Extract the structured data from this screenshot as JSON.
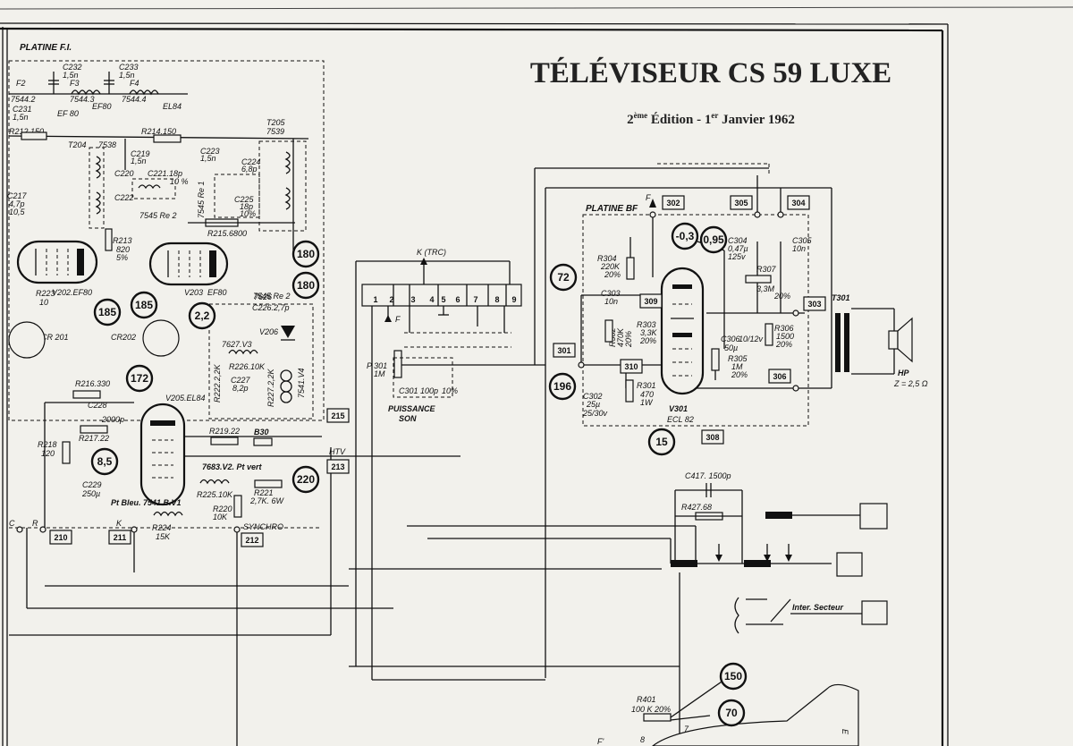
{
  "title": "TÉLÉVISEUR  CS 59  LUXE",
  "edition": {
    "prefix": "2",
    "sup1": "ème",
    "mid": " Édition  -  1",
    "sup2": "er",
    "suffix": " Janvier 1962"
  },
  "sections": {
    "fi": "PLATINE F.I.",
    "bf": "PLATINE BF",
    "puissance_son_1": "PUISSANCE",
    "puissance_son_2": "SON",
    "inter_secteur": "Inter. Secteur",
    "ktrc": "K (TRC)",
    "htv": "HTV",
    "synchro": "SYNCHRO",
    "hp": "HP",
    "hp_z": "Z = 2,5 Ω",
    "pt_vert": "7683.V2. Pt vert",
    "pt_bleu": "Pt Bleu. 7541.B.V1"
  },
  "tubes": {
    "v202": "V202.EF80",
    "v203": "V203",
    "v203_type": "EF80",
    "v205": "V205.EL84",
    "v206": "V206",
    "v301": "V301",
    "v301_type": "ECL 82"
  },
  "transformers": {
    "t204": "T204",
    "t204_n": "7538",
    "t205": "T205",
    "t205_n": "7539",
    "t301": "T301",
    "f2": "F2",
    "f3": "F3",
    "f4": "F4",
    "f3_n": "7544.3",
    "f4_n": "7544.4",
    "f2_n": "7544.2",
    "l7545": "7545 Re 2",
    "l7545b": "7545 Re 1",
    "l7627": "7627.V3",
    "l7541": "7541.V4"
  },
  "components": {
    "c232": "C232",
    "c232v": "1,5n",
    "c233": "C233",
    "c233v": "1,5n",
    "c231": "C231",
    "c231v": "1,5n",
    "r212": "R212.150",
    "r214": "R214.150",
    "c219": "C219",
    "c219v": "1,5n",
    "c220": "C220",
    "c221": "C221.18p",
    "c221v": "10 %",
    "c222": "C222",
    "c223": "C223",
    "c223v": "1,5n",
    "c224": "C224",
    "c224v": "6,8p",
    "c225": "C225",
    "c225v": "18p",
    "c225t": "10%",
    "r213": "R213",
    "r213v": "820",
    "r213t": "5%",
    "r215": "R215.6800",
    "c217": "C217",
    "c217v": "4,7p",
    "c217t": "10,5",
    "r223": "R223",
    "r223v": "10",
    "cr201": "CR 201",
    "cr202": "CR202",
    "d7626": "7626",
    "c226": "C226.2,7p",
    "r222": "R222.2,2K",
    "r226": "R226.10K",
    "c227": "C227",
    "c227v": "8,2p",
    "r227": "R227.2,2K",
    "r216": "R216.330",
    "c228": "C228",
    "c228v": "2000p",
    "r217": "R217.22",
    "r218": "R218",
    "r218v": "120",
    "c229": "C229",
    "c229v": "250µ",
    "r219": "R219.22",
    "b30": "B30",
    "r225": "R225.10K",
    "r221": "R221",
    "r221v": "2,7K. 6W",
    "r220": "R220",
    "r220v": "10K",
    "r224": "R224",
    "r224v": "15K",
    "p301": "P 301",
    "p301v": "1M",
    "c301": "C301",
    "c301v": "100p",
    "c301t": "10%",
    "r304": "R304",
    "r304v": "220K",
    "r304t": "20%",
    "c303": "C303",
    "c303v": "10n",
    "r302": "R302",
    "r302v": "470K",
    "r302t": "20%",
    "r303": "R303",
    "r303v": "3,3K",
    "r303t": "20%",
    "c302": "C302",
    "c302v": "25µ",
    "c302t": "25/30v",
    "r301": "R301",
    "r301v": "470",
    "r301t": "1W",
    "c304": "C304",
    "c304v": "0,47µ",
    "c304t": "125v",
    "c305": "C305",
    "c305v": "10n",
    "r307": "R307",
    "r307v": "3,3M",
    "r307t": "20%",
    "c306": "C306",
    "c306v": "10/12v",
    "c306t": "50µ",
    "r305": "R305",
    "r305v": "1M",
    "r305t": "20%",
    "r306": "R306",
    "r306v": "1500",
    "r306t": "20%",
    "c417": "C417. 1500p",
    "r427": "R427.68",
    "r401": "R401",
    "r401v": "100 K 20%"
  },
  "circles": [
    "180",
    "180",
    "185",
    "185",
    "2,2",
    "172",
    "8,5",
    "220",
    "72",
    "-0,3",
    "0,95",
    "196",
    "15",
    "150",
    "70"
  ],
  "boxes": [
    "302",
    "305",
    "304",
    "309",
    "303",
    "301",
    "310",
    "306",
    "308",
    "215",
    "213",
    "210",
    "211",
    "212"
  ],
  "letters": {
    "c": "C",
    "r": "R",
    "k": "K",
    "f": "F",
    "f_bf": "F",
    "fp": "F'",
    "e": "E"
  },
  "terminals": [
    "1",
    "2",
    "3",
    "4",
    "5",
    "6",
    "7",
    "8",
    "9"
  ]
}
